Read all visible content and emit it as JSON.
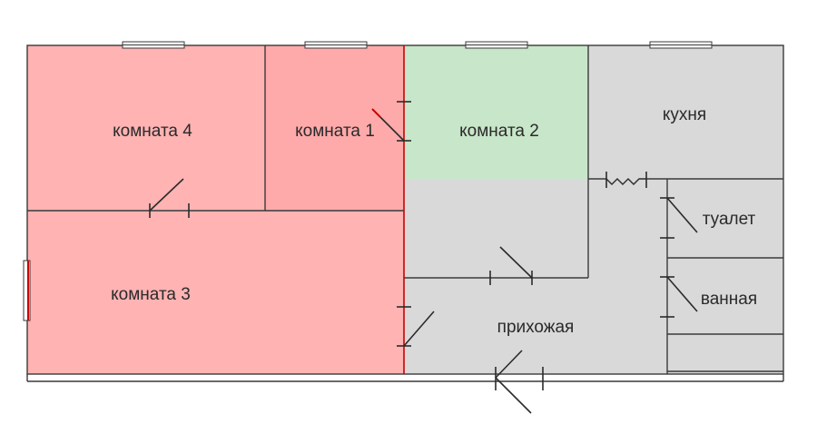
{
  "rooms": {
    "room4": {
      "label": "комната 4",
      "color": "#ffb3b3"
    },
    "room1": {
      "label": "комната 1",
      "color": "#ffaaaa"
    },
    "room2": {
      "label": "комната 2",
      "color": "#c8e6c9"
    },
    "kitchen": {
      "label": "кухня",
      "color": "#d9d9d9"
    },
    "room3": {
      "label": "комната 3",
      "color": "#ffb3b3"
    },
    "hallway": {
      "label": "прихожая",
      "color": "#d9d9d9"
    },
    "toilet": {
      "label": "туалет",
      "color": "#d9d9d9"
    },
    "bathroom": {
      "label": "ванная",
      "color": "#d9d9d9"
    }
  },
  "colors": {
    "wall": "#3a3a3a",
    "accent_wall": "#cc0000"
  }
}
